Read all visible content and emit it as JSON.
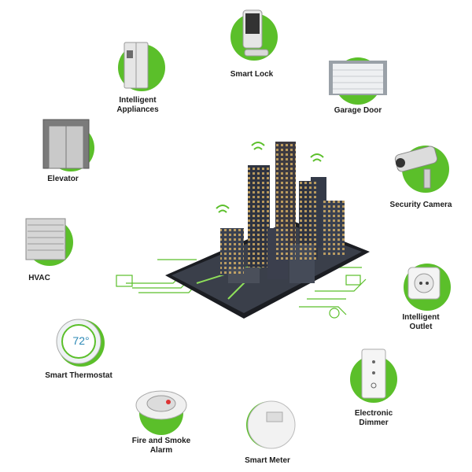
{
  "colors": {
    "accent_green": "#5bbf2a",
    "text": "#1c1c1c",
    "city_dark": "#2f3441"
  },
  "thermostat_reading": "72°",
  "devices": [
    {
      "key": "smart-lock",
      "label": "Smart Lock",
      "icon": "smart-lock-icon"
    },
    {
      "key": "garage-door",
      "label": "Garage Door",
      "icon": "garage-door-icon"
    },
    {
      "key": "security-camera",
      "label": "Security Camera",
      "icon": "security-camera-icon"
    },
    {
      "key": "intelligent-outlet",
      "label": "Intelligent\nOutlet",
      "icon": "outlet-icon"
    },
    {
      "key": "electronic-dimmer",
      "label": "Electronic\nDimmer",
      "icon": "dimmer-icon"
    },
    {
      "key": "smart-meter",
      "label": "Smart Meter",
      "icon": "smart-meter-icon"
    },
    {
      "key": "fire-smoke-alarm",
      "label": "Fire and Smoke\nAlarm",
      "icon": "smoke-alarm-icon"
    },
    {
      "key": "smart-thermostat",
      "label": "Smart Thermostat",
      "icon": "thermostat-icon"
    },
    {
      "key": "hvac",
      "label": "HVAC",
      "icon": "hvac-icon"
    },
    {
      "key": "elevator",
      "label": "Elevator",
      "icon": "elevator-icon"
    },
    {
      "key": "intelligent-appliances",
      "label": "Intelligent\nAppliances",
      "icon": "refrigerator-icon"
    }
  ],
  "center": {
    "icon": "smart-city-tablet-icon"
  }
}
